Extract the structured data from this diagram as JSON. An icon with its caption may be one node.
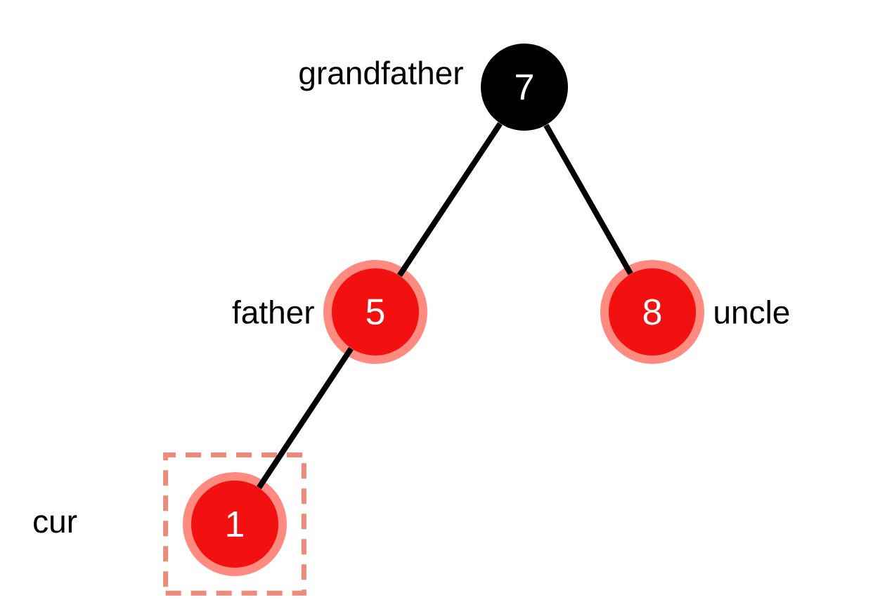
{
  "diagram": {
    "nodes": [
      {
        "text": [
          "7"
        ],
        "beside": [
          "grandfather"
        ]
      },
      {
        "text": [
          "5"
        ],
        "beside": [
          "father"
        ]
      },
      {
        "text": [
          "8"
        ],
        "beside": [
          "uncle"
        ]
      },
      {
        "text": [],
        "shape": "box"
      },
      {
        "text": [
          "1"
        ],
        "beside": [
          "cur"
        ],
        "in": 3
      }
    ],
    "edges": [
      {
        "from": 0,
        "to": 1,
        "arrow": "none"
      },
      {
        "from": 0,
        "to": 2,
        "arrow": "none"
      },
      {
        "from": 1,
        "to": 4,
        "arrow": "none"
      }
    ]
  }
}
